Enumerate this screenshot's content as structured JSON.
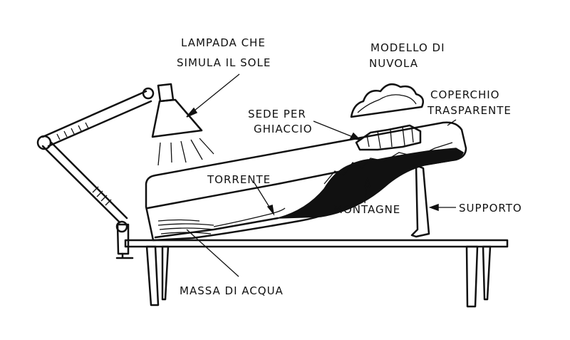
{
  "labels": {
    "lamp": [
      "LAMPADA CHE",
      "SIMULA IL SOLE"
    ],
    "cloud_model": [
      "MODELLO DI",
      "NUVOLA"
    ],
    "lid": [
      "COPERCHIO",
      "TRASPARENTE"
    ],
    "ice_seat": [
      "SEDE PER",
      "GHIACCIO"
    ],
    "stream": "TORRENTE",
    "mountains": "MONTAGNE",
    "support": "SUPPORTO",
    "water_mass": "MASSA DI ACQUA"
  },
  "colors": {
    "ink": "#111111",
    "background": "#ffffff"
  }
}
